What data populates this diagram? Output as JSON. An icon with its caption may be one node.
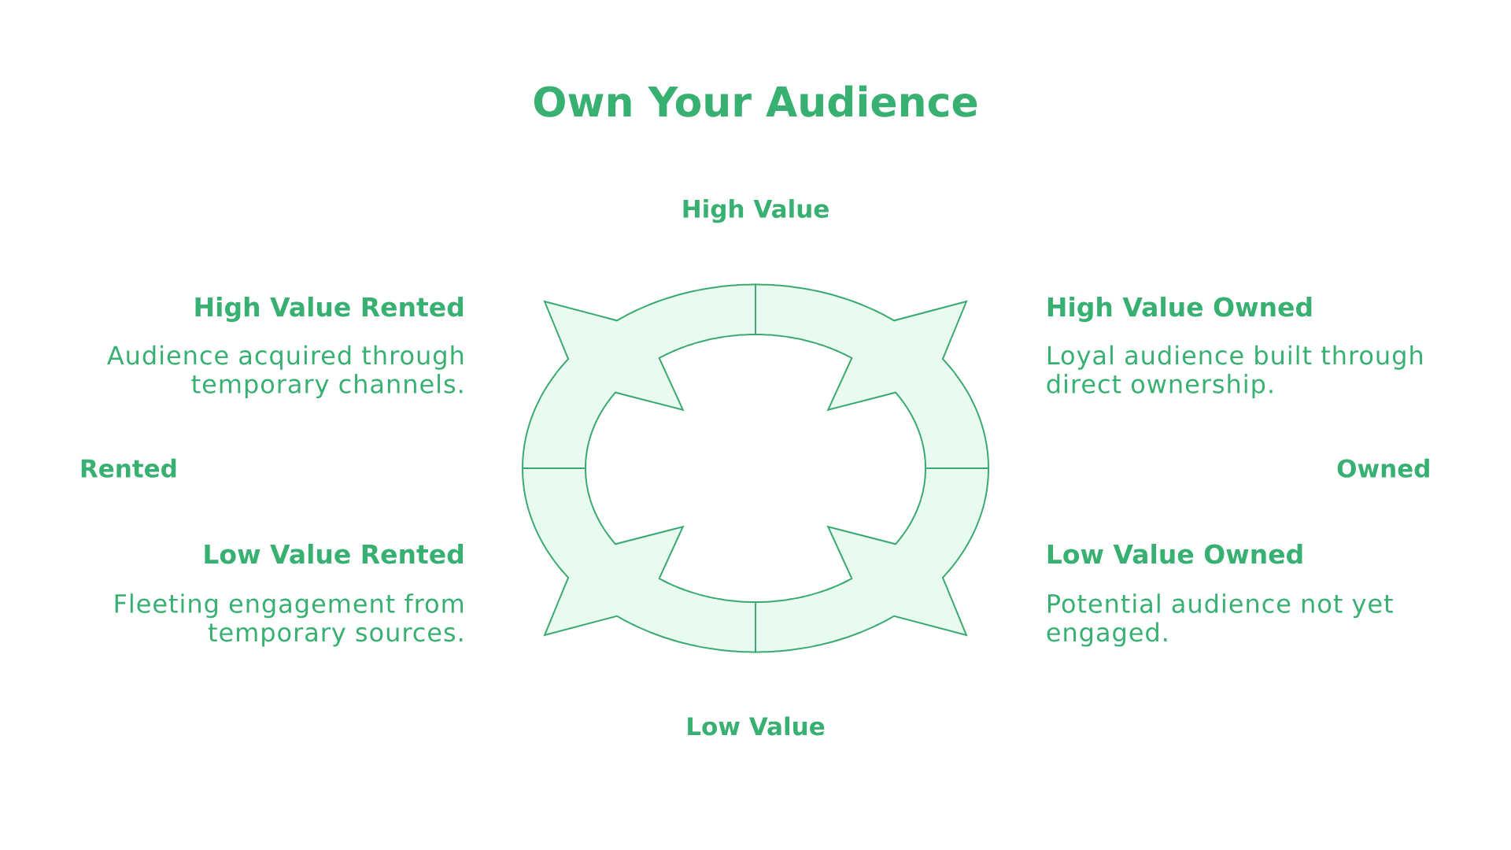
{
  "diagram": {
    "title": "Own Your Audience",
    "nodes": [
      {
        "text": [],
        "shape": "arc",
        "beside": [
          "High Value Rented",
          "Audience acquired through temporary channels."
        ]
      },
      {
        "text": [],
        "shape": "arc",
        "beside": [
          "High Value Owned",
          "Loyal audience built through direct ownership."
        ]
      },
      {
        "text": [],
        "shape": "arc",
        "beside": [
          "Low Value Rented",
          "Fleeting engagement from temporary sources."
        ]
      },
      {
        "text": [],
        "shape": "arc",
        "beside": [
          "Low Value Owned",
          "Potential audience not yet engaged."
        ]
      }
    ],
    "labels": [
      "High Value",
      "Rented",
      "Owned",
      "Low Value"
    ]
  }
}
